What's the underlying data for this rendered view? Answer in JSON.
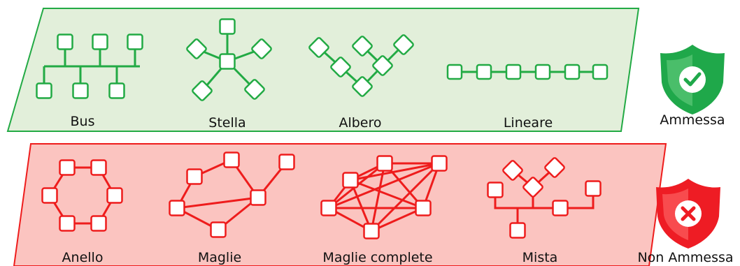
{
  "colors": {
    "allowed_stroke": "#22aa44",
    "allowed_fill": "#e2efda",
    "denied_stroke": "#ee1c1c",
    "denied_fill": "#fbc4c0",
    "node_fill": "#ffffff",
    "text": "#111111"
  },
  "allowed": {
    "status_label": "Ammessa",
    "status_icon": "shield-check-icon",
    "topologies": [
      {
        "id": "bus",
        "label": "Bus"
      },
      {
        "id": "stella",
        "label": "Stella"
      },
      {
        "id": "albero",
        "label": "Albero"
      },
      {
        "id": "lineare",
        "label": "Lineare"
      }
    ]
  },
  "denied": {
    "status_label": "Non Ammessa",
    "status_icon": "shield-x-icon",
    "topologies": [
      {
        "id": "anello",
        "label": "Anello"
      },
      {
        "id": "maglie",
        "label": "Maglie"
      },
      {
        "id": "maglie-complete",
        "label": "Maglie complete"
      },
      {
        "id": "mista",
        "label": "Mista"
      }
    ]
  }
}
